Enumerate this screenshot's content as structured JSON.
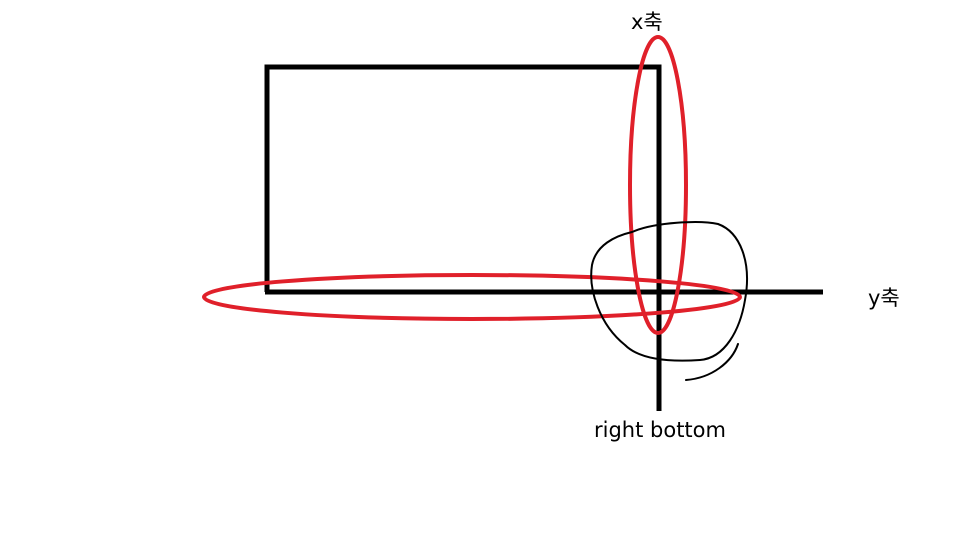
{
  "labels": {
    "x_axis": "x축",
    "y_axis": "y축",
    "corner": "right bottom"
  },
  "colors": {
    "stroke": "#000000",
    "highlight": "#e0202a",
    "background": "#ffffff"
  }
}
